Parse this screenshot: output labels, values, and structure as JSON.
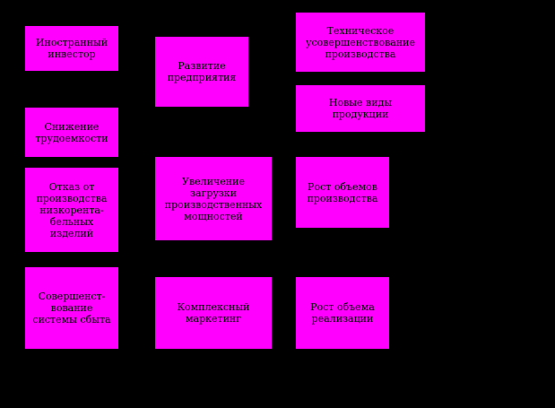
{
  "colors": {
    "background": "#000000",
    "box_fill": "#ff00ff",
    "text": "#000000"
  },
  "boxes": {
    "foreign_investor": "Иностранный инвестор",
    "enterprise_development": "Развитие предприятия",
    "technical_improvement": "Техническое усовершенствование производства",
    "new_product_types": "Новые виды продукции",
    "labor_intensity_reduction": "Снижение трудоемкости",
    "refuse_unprofitable_products": "Отказ от производства низкорента-бельных изделий",
    "capacity_utilization_increase": "Увеличение загрузки производственных мощностей",
    "production_volume_growth": "Рост объемов производства",
    "sales_system_improvement": "Совершенст-вование системы сбыта",
    "complex_marketing": "Комплексный маркетинг",
    "sales_volume_growth": "Рост объема реализации"
  }
}
